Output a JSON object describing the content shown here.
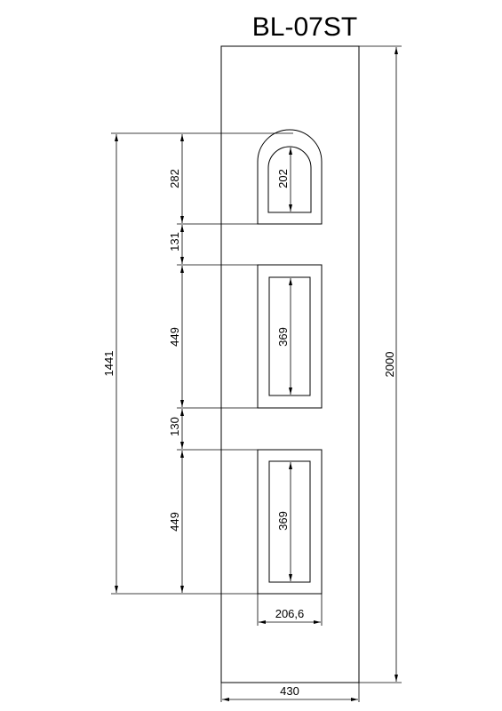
{
  "title": "BL-07ST",
  "dimensions": {
    "total_height": "2000",
    "total_width": "430",
    "panel_span": "1441",
    "arch_height": "282",
    "arch_inner": "202",
    "gap_1": "131",
    "panel_1_height": "449",
    "panel_1_inner": "369",
    "gap_2": "130",
    "panel_2_height": "449",
    "panel_2_inner": "369",
    "panel_width": "206,6"
  }
}
